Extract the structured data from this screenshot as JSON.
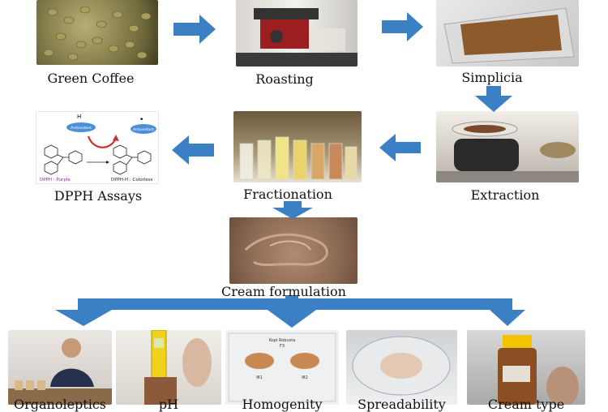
{
  "steps": {
    "green_coffee": "Green Coffee",
    "roasting": "Roasting",
    "simplicia": "Simplicia",
    "extraction": "Extraction",
    "fractionation": "Fractionation",
    "dpph_assays": "DPPH Assays",
    "cream_formulation": "Cream formulation"
  },
  "tests": [
    {
      "label": "Organoleptics"
    },
    {
      "label": "pH"
    },
    {
      "label": "Homogenity"
    },
    {
      "label": "Spreadability"
    },
    {
      "label": "Cream type"
    }
  ],
  "dpph_diagram": {
    "h_label": "H",
    "radical_dot": "•",
    "antioxidant_left": "Antioxidant",
    "antioxidant_right": "Antioxidant",
    "left_caption": "DPPH : Purple",
    "right_caption": "DPPH-H : Colorless"
  },
  "homogeneity_photo_text": {
    "title": "Kopi Robusta",
    "subtitle": "F3",
    "left": "M1",
    "right": "M2"
  },
  "colors": {
    "arrow": "#3b7fc4",
    "dpph_purple": "#7a2b8f"
  },
  "icons": [
    "right-arrow-icon",
    "left-arrow-icon",
    "down-arrow-icon",
    "branch-arrow-icon"
  ]
}
